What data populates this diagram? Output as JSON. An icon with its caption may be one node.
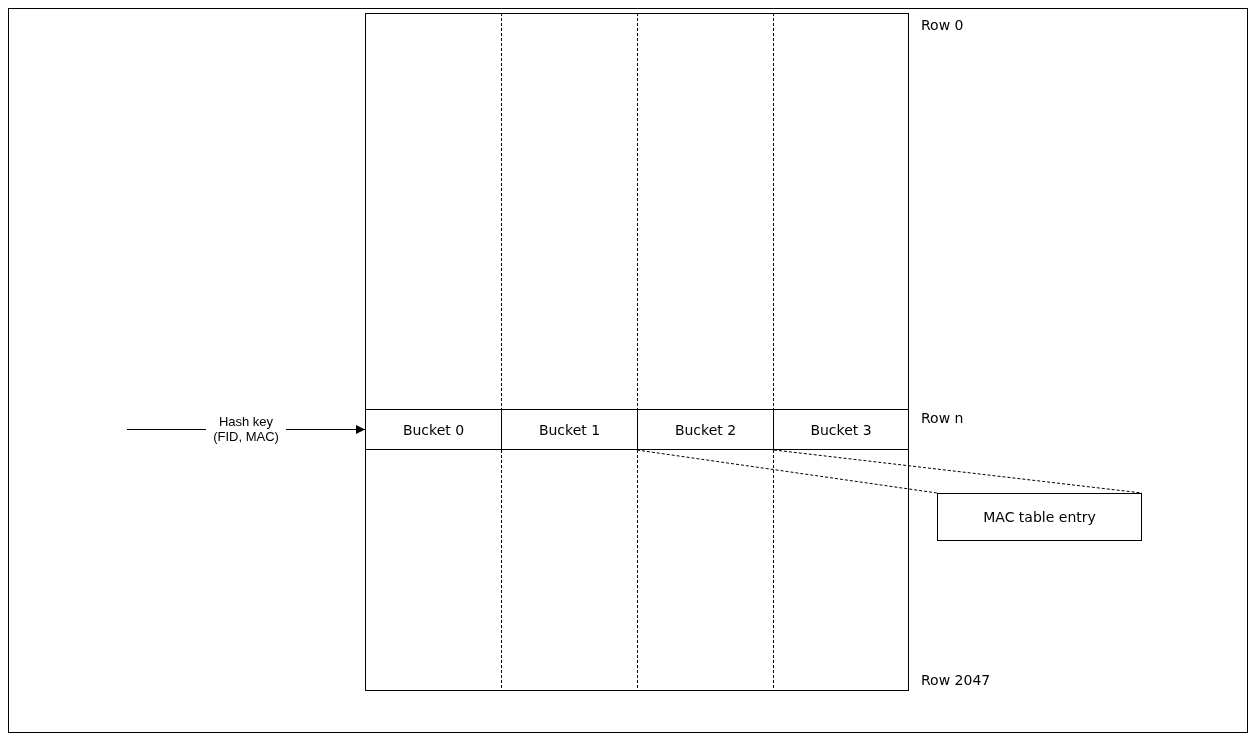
{
  "diagram": {
    "nodes": [
      {
        "text": [],
        "shape": "box"
      },
      {
        "text": [
          "Bucket 0"
        ],
        "in": 0
      },
      {
        "text": [
          "Bucket 1"
        ],
        "in": 0
      },
      {
        "text": [
          "Bucket 2"
        ],
        "in": 0
      },
      {
        "text": [
          "Bucket 3"
        ],
        "in": 0
      },
      {
        "text": [
          "MAC table entry"
        ]
      }
    ],
    "edges": [
      {
        "from": null,
        "to": 1,
        "arrow": "to",
        "label": "Hash key (FID, MAC)"
      },
      {
        "from": 3,
        "to": 5,
        "arrow": "none",
        "style": "dashed"
      }
    ],
    "labels": [
      "Row 0",
      "Row n",
      "Row 2047"
    ]
  }
}
